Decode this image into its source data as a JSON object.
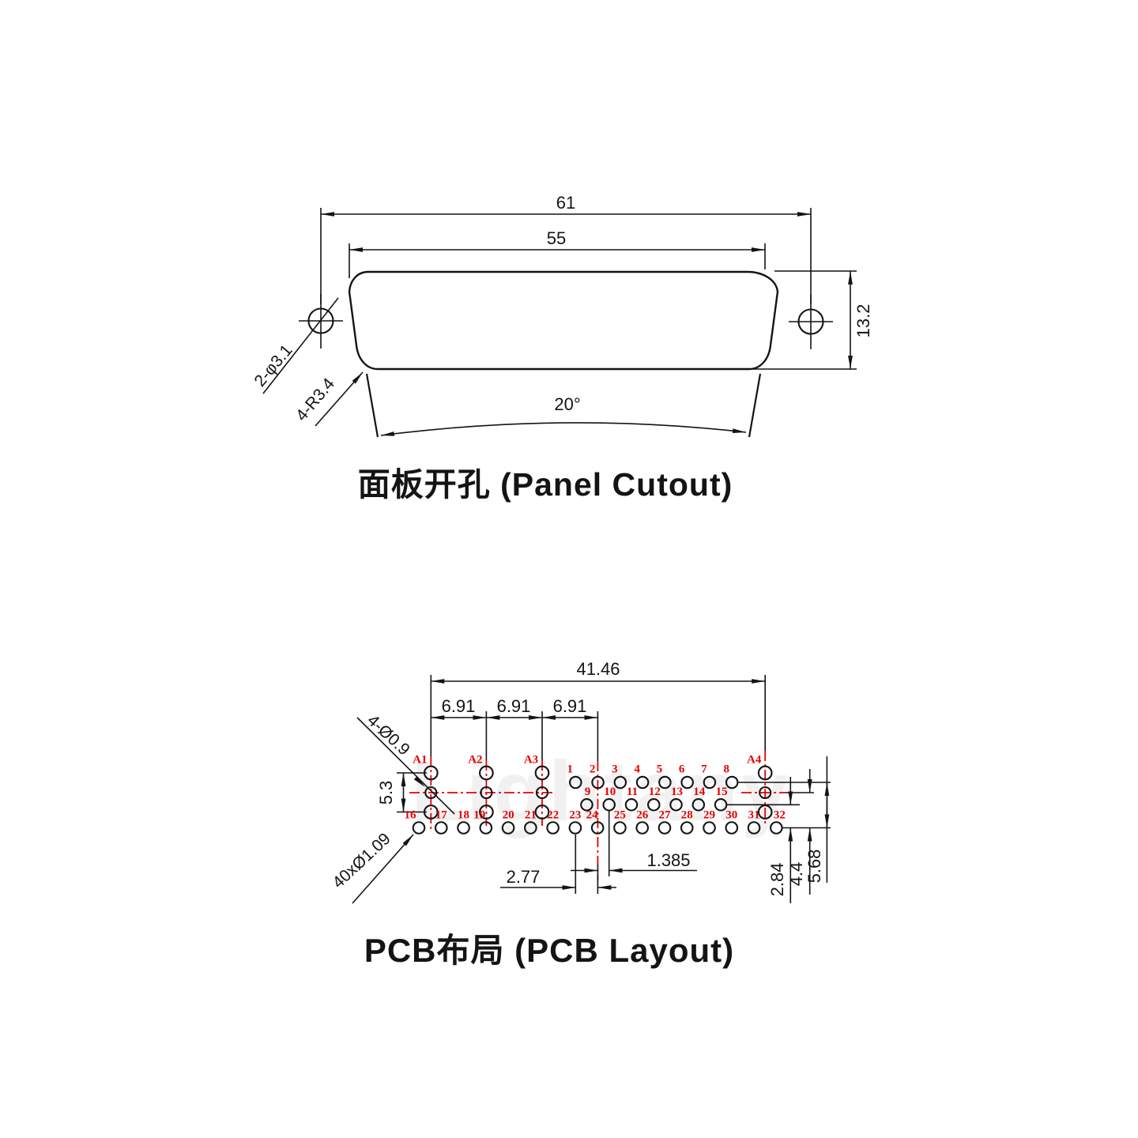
{
  "watermark": "Lightany",
  "panel_cutout": {
    "title": "面板开孔 (Panel Cutout)",
    "dim_width_outer": "61",
    "dim_width_inner": "55",
    "dim_height": "13.2",
    "dim_angle": "20°",
    "label_mount_holes": "2-φ3.1",
    "label_corner_radius": "4-R3.4"
  },
  "pcb_layout": {
    "title": "PCB布局 (PCB Layout)",
    "dim_total_width": "41.46",
    "dim_coax_pitch": [
      "6.91",
      "6.91",
      "6.91"
    ],
    "dim_coax_span": "5.3",
    "dim_pin_pitch": "2.77",
    "dim_half_pitch": "1.385",
    "dim_mid_row_offset": "2.84",
    "dim_center_row_offset": "4.4",
    "dim_top_row_offset": "5.68",
    "label_coax_holes": "4-Ø0.9",
    "label_pin_holes": "40xØ1.09",
    "coax_labels": [
      "A1",
      "A2",
      "A3",
      "A4"
    ],
    "pins_row_top": [
      "1",
      "2",
      "3",
      "4",
      "5",
      "6",
      "7",
      "8"
    ],
    "pins_row_mid": [
      "9",
      "10",
      "11",
      "12",
      "13",
      "14",
      "15"
    ],
    "pins_row_bottom": [
      "16",
      "17",
      "18",
      "19",
      "20",
      "21",
      "22",
      "23",
      "24",
      "25",
      "26",
      "27",
      "28",
      "29",
      "30",
      "31",
      "32"
    ]
  },
  "colors": {
    "line": "#141414",
    "centerline_red": "#e60000"
  }
}
